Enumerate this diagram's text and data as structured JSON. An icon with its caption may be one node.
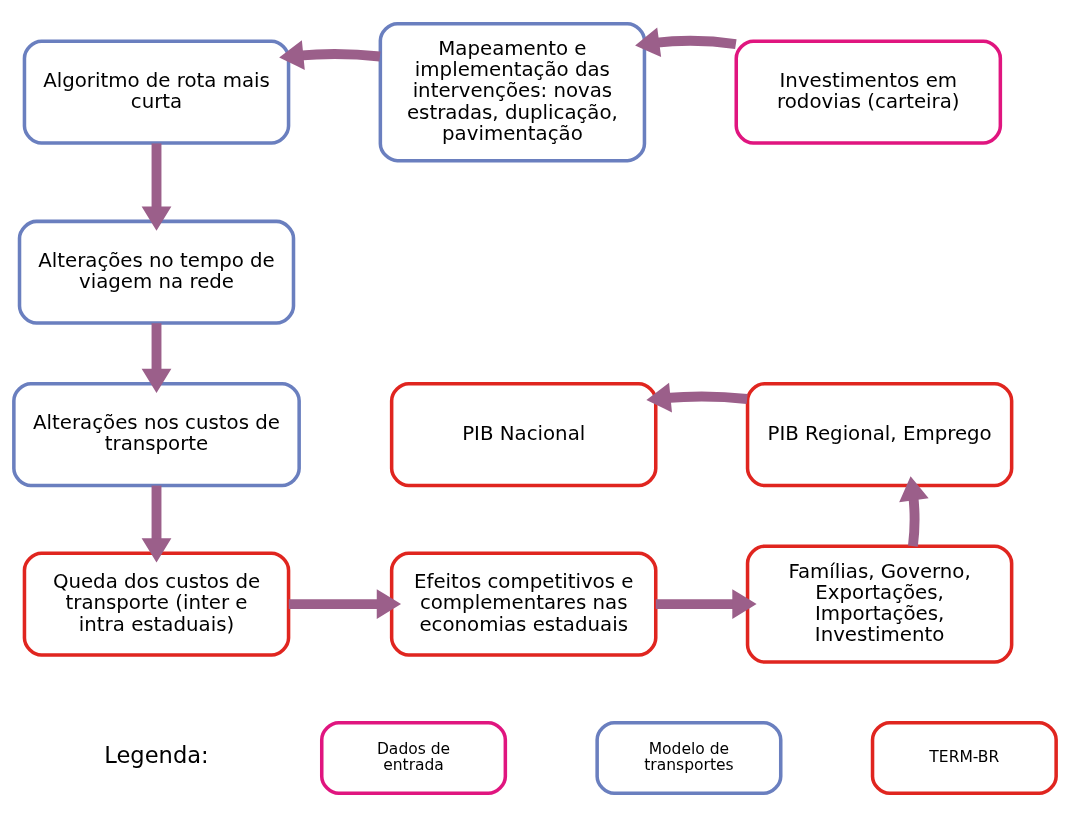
{
  "diagram": {
    "nodes": [
      {
        "text": [
          "Investimentos em rodovias (carteira)"
        ]
      },
      {
        "text": [
          "Mapeamento e implementação das intervenções: novas estradas, duplicação, pavimentação"
        ]
      },
      {
        "text": [
          "Algoritmo de rota mais curta"
        ]
      },
      {
        "text": [
          "Alterações no tempo de viagem na rede"
        ]
      },
      {
        "text": [
          "Alterações nos custos de transporte"
        ]
      },
      {
        "text": [
          "Queda dos custos de transporte (inter e intra estaduais)"
        ]
      },
      {
        "text": [
          "Efeitos competitivos e complementares nas economias estaduais"
        ]
      },
      {
        "text": [
          "Famílias, Governo, Exportações, Importações, Investimento"
        ]
      },
      {
        "text": [
          "PIB Regional, Emprego"
        ]
      },
      {
        "text": [
          "PIB Nacional"
        ]
      }
    ],
    "edges": [
      {
        "from": 0,
        "to": 1,
        "arrow": "to"
      },
      {
        "from": 1,
        "to": 2,
        "arrow": "to"
      },
      {
        "from": 2,
        "to": 3,
        "arrow": "to"
      },
      {
        "from": 3,
        "to": 4,
        "arrow": "to"
      },
      {
        "from": 4,
        "to": 5,
        "arrow": "to"
      },
      {
        "from": 5,
        "to": 6,
        "arrow": "to"
      },
      {
        "from": 6,
        "to": 7,
        "arrow": "to"
      },
      {
        "from": 7,
        "to": 8,
        "arrow": "to"
      },
      {
        "from": 8,
        "to": 9,
        "arrow": "to"
      }
    ],
    "labels": [
      "Legenda:"
    ],
    "legend": [
      {
        "text": "Dados de entrada",
        "color": "#e0157f"
      },
      {
        "text": "Modelo de transportes",
        "color": "#6a7fbf"
      },
      {
        "text": "TERM-BR",
        "color": "#e0251f"
      }
    ]
  }
}
